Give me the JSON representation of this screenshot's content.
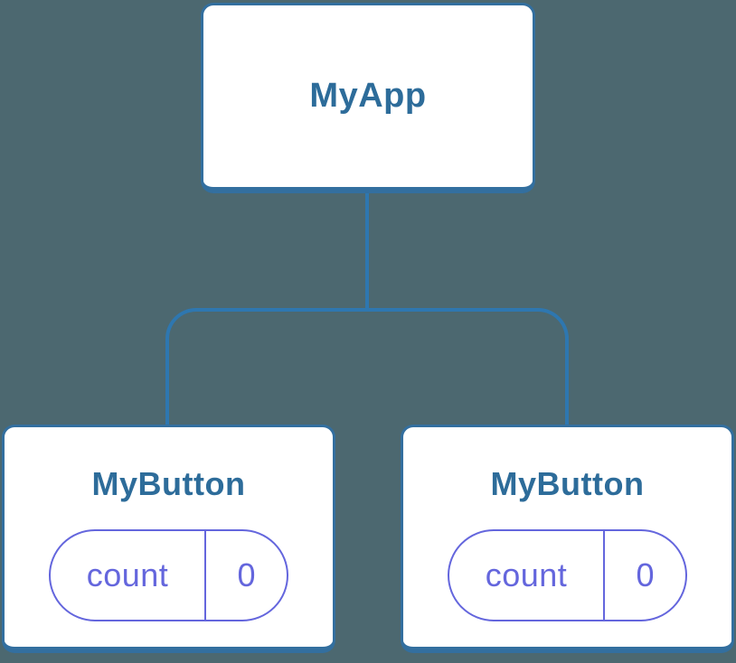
{
  "palette": {
    "background": "#4C6870",
    "node_fill": "#FFFFFF",
    "node_border": "#336F9F",
    "edge_line": "#2E77B0",
    "node_label_text": "#2D6C9A",
    "state_pill": "#6466DD"
  },
  "tree": {
    "root": {
      "label": "MyApp"
    },
    "children": [
      {
        "label": "MyButton",
        "state": {
          "key": "count",
          "value": "0"
        }
      },
      {
        "label": "MyButton",
        "state": {
          "key": "count",
          "value": "0"
        }
      }
    ]
  }
}
